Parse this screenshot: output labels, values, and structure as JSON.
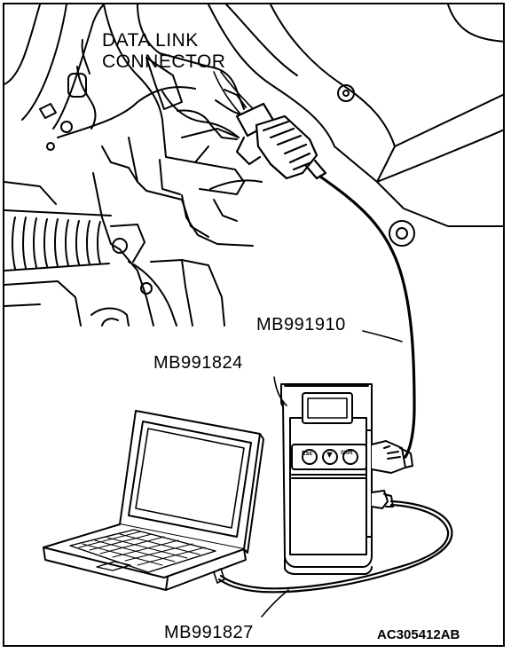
{
  "labels": {
    "data_link_connector_line1": "DATA LINK",
    "data_link_connector_line2": "CONNECTOR",
    "cable_mb991910": "MB991910",
    "device_mb991824": "MB991824",
    "cable_mb991827": "MB991827",
    "figure_id": "AC305412AB"
  },
  "device_buttons": [
    "Esc",
    "▼",
    "Shift"
  ]
}
